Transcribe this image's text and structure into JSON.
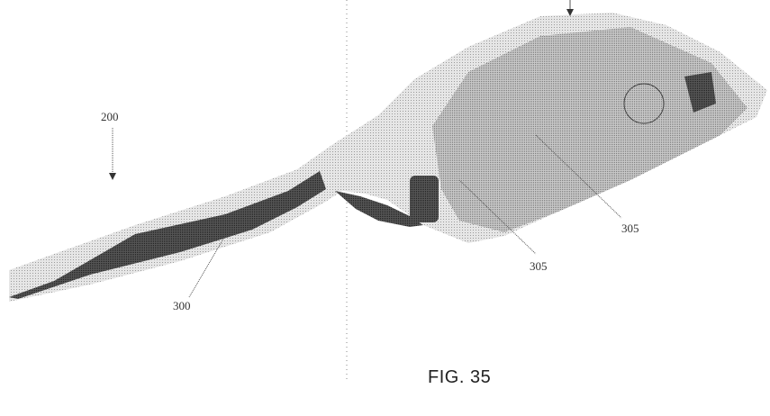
{
  "figure": {
    "caption": "FIG. 35",
    "labels": {
      "device": "200",
      "blade_region": "300",
      "feature_a": "305",
      "feature_b": "305"
    }
  }
}
